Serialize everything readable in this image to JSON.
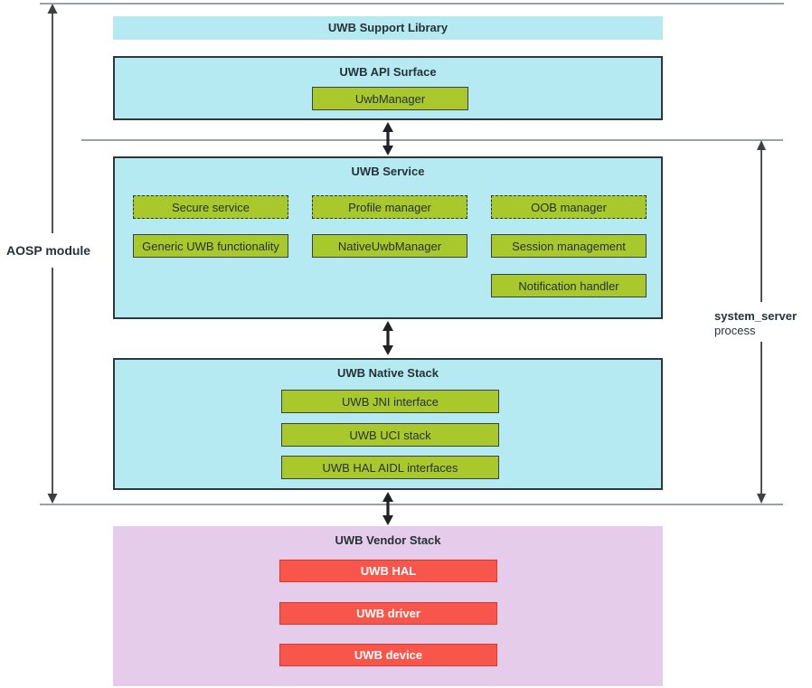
{
  "diagram": {
    "left_label": "AOSP module",
    "right_label_line1": "system_server",
    "right_label_line2": "process",
    "support_library": {
      "title": "UWB Support Library"
    },
    "api_surface": {
      "title": "UWB API Surface",
      "uwb_manager": "UwbManager"
    },
    "service": {
      "title": "UWB Service",
      "dashed": [
        "Secure service",
        "Profile manager",
        "OOB manager"
      ],
      "solid": [
        "Generic UWB functionality",
        "NativeUwbManager",
        "Session management",
        "Notification handler"
      ]
    },
    "native_stack": {
      "title": "UWB Native Stack",
      "boxes": [
        "UWB JNI interface",
        "UWB UCI stack",
        "UWB HAL AIDL interfaces"
      ]
    },
    "vendor_stack": {
      "title": "UWB Vendor Stack",
      "boxes": [
        "UWB HAL",
        "UWB driver",
        "UWB device"
      ]
    }
  },
  "colors": {
    "layer_cyan": "#B6EAF2",
    "component_green": "#A9C82B",
    "vendor_lavender": "#E4CCEA",
    "vendor_red": "#F9564B",
    "boundary_line_gray": "#9AA0A6",
    "arrow_dark": "#202124",
    "text_dark": "#263238",
    "red_text": "#FFFFFF"
  }
}
